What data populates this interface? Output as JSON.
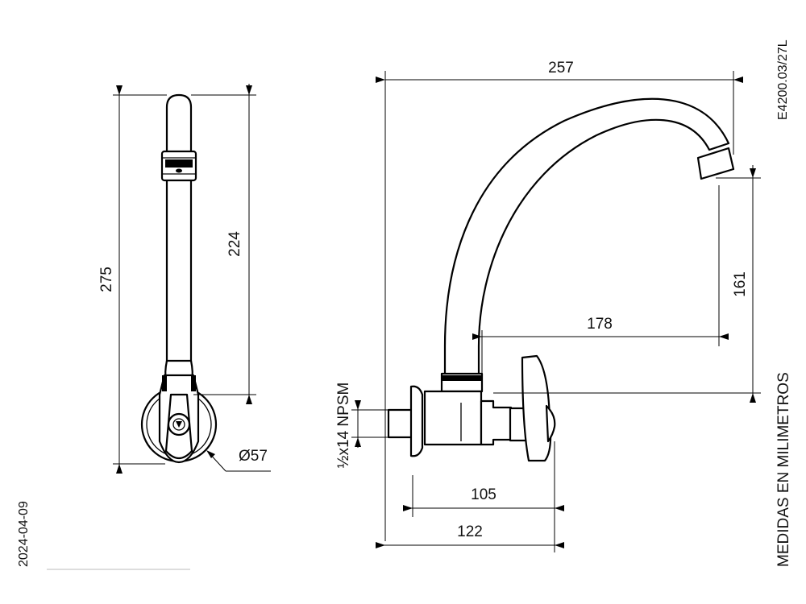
{
  "drawing": {
    "code": "E4200.03/27L",
    "date": "2024-04-09",
    "units_note": "MEDIDAS EN MILIMETROS",
    "front_view": {
      "height_total": "275",
      "height_to_joint": "224",
      "flange_diameter": "Ø57"
    },
    "side_view": {
      "spout_reach": "257",
      "spout_height": "161",
      "inner_reach": "178",
      "thread_spec": "½x14 NPSM",
      "body_length": "105",
      "total_length": "122"
    }
  }
}
